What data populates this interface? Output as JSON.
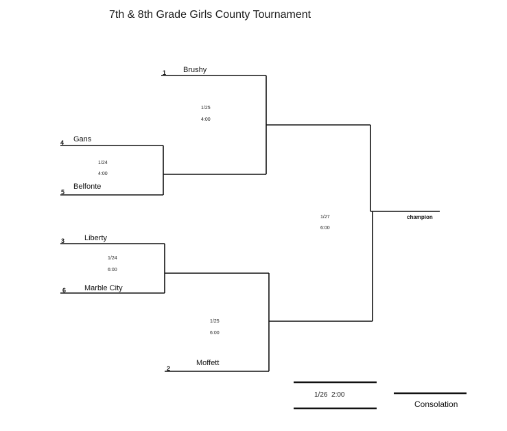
{
  "title": "7th & 8th Grade Girls County Tournament",
  "teams": [
    {
      "seed": "1",
      "name": "Brushy"
    },
    {
      "seed": "4",
      "name": "Gans"
    },
    {
      "seed": "5",
      "name": "Belfonte"
    },
    {
      "seed": "3",
      "name": "Liberty"
    },
    {
      "seed": "6",
      "name": "Marble City"
    },
    {
      "seed": "2",
      "name": "Moffett"
    }
  ],
  "games": {
    "g_4_5": {
      "date": "1/24",
      "time": "4:00"
    },
    "g_3_6": {
      "date": "1/24",
      "time": "6:00"
    },
    "g_semi_top": {
      "date": "1/25",
      "time": "4:00"
    },
    "g_semi_bottom": {
      "date": "1/25",
      "time": "6:00"
    },
    "g_final": {
      "date": "1/27",
      "time": "6:00"
    }
  },
  "champion_label": "champion",
  "consolation": {
    "datetime": "1/26  2:00",
    "label": "Consolation"
  }
}
